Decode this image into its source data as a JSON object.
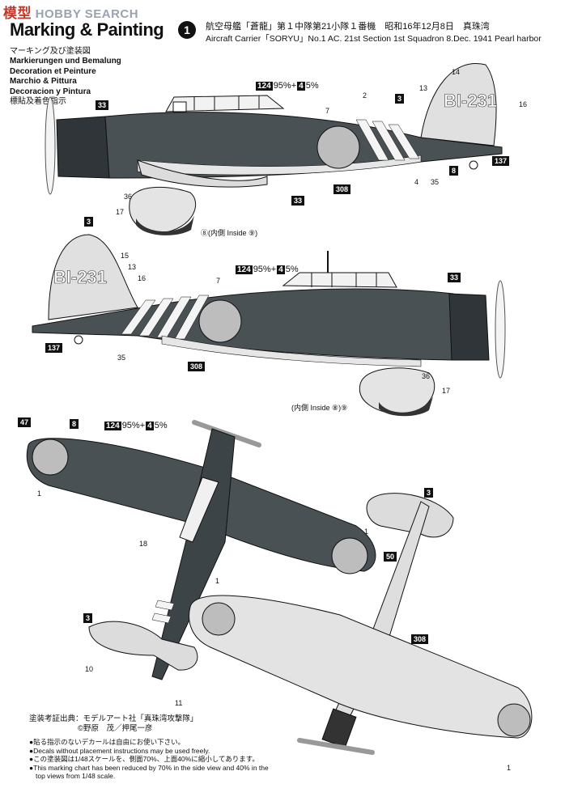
{
  "watermark": {
    "cn": "模型",
    "en": "HOBBY SEARCH"
  },
  "header": {
    "title": "Marking & Painting",
    "languages": [
      "マーキング及び塗装図",
      "Markierungen und Bemalung",
      "Decoration et Peinture",
      "Marchio & Pittura",
      "Decoracion y Pintura",
      "標貼及着色指示"
    ],
    "scheme_number": "1",
    "caption_jp": "航空母艦「蒼龍」第１中隊第21小隊１番機　昭和16年12月8日　真珠湾",
    "caption_en": "Aircraft Carrier「SORYU」No.1 AC. 21st Section 1st Squadron 8.Dec. 1941 Pearl harbor"
  },
  "color_mix": {
    "a": "124",
    "a_pct": "95%",
    "plus": "+",
    "b": "4",
    "b_pct": "5%"
  },
  "tail_code": "BI-231",
  "callouts": {
    "c33": "33",
    "c3": "3",
    "c8": "8",
    "c137": "137",
    "c308": "308",
    "c47": "47",
    "c50": "50",
    "n1": "1",
    "n2": "2",
    "n4": "4",
    "n7": "7",
    "n10": "10",
    "n11": "11",
    "n13": "13",
    "n14": "14",
    "n15": "15",
    "n16": "16",
    "n17": "17",
    "n18": "18",
    "n35": "35",
    "n36": "36",
    "inside_top": "⑧(内側 Inside ⑨)",
    "inside_mid": "(内側 Inside ⑧)⑨"
  },
  "source": {
    "line1": "塗装考証出典：モデルアート社「真珠湾攻撃隊」",
    "line2": "©野原　茂／押尾一彦"
  },
  "notes": [
    "●貼る指示のないデカールは自由にお使い下さい。",
    "●Decals without placement instructions may be used freely.",
    "●この塗装図は1/48スケールを、側面70%、上面40%に縮小してあります。",
    "●This marking chart has been reduced by 70% in the side view and 40% in the",
    "top views from 1/48 scale."
  ],
  "colors": {
    "dark_green": "#3d4448",
    "light_grey": "#e2e2e2",
    "hinomaru": "#bdbdbd",
    "ink": "#111111"
  }
}
